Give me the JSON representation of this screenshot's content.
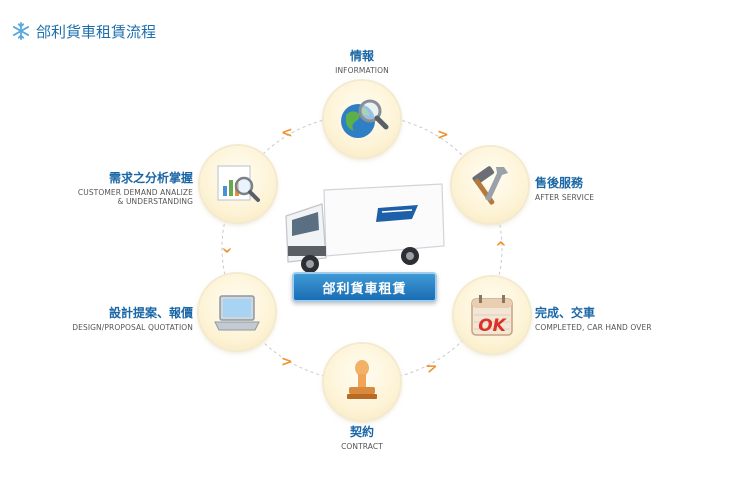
{
  "title": "郃利貨車租賃流程",
  "center_label": "郃利貨車租賃",
  "steps": [
    {
      "zh": "情報",
      "en": "INFORMATION"
    },
    {
      "zh": "售後服務",
      "en": "AFTER SERVICE"
    },
    {
      "zh": "完成、交車",
      "en": "COMPLETED,  CAR HAND OVER"
    },
    {
      "zh": "契約",
      "en": "CONTRACT"
    },
    {
      "zh": "設計提案、報價",
      "en": "DESIGN/PROPOSAL QUOTATION"
    },
    {
      "zh": "需求之分析掌握",
      "en1": "CUSTOMER DEMAND ANALIZE",
      "en2": "& UNDERSTANDING"
    }
  ],
  "ok_text": "OK",
  "colors": {
    "accent": "#1b67a6",
    "arrow": "#f0922b",
    "banner": "#1a6db3"
  },
  "icons": [
    "globe-magnifier-icon",
    "hammer-wrench-icon",
    "calendar-ok-icon",
    "stamp-icon",
    "laptop-icon",
    "chart-magnifier-icon",
    "snowflake-icon",
    "truck-icon"
  ]
}
